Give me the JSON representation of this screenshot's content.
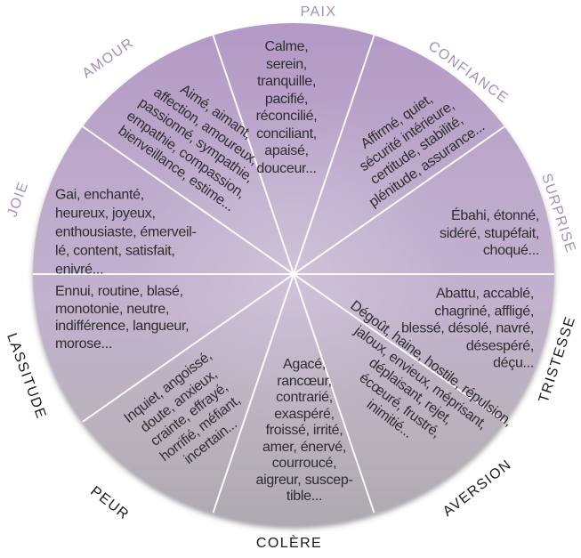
{
  "diagram": {
    "type": "emotion-wheel",
    "language": "fr",
    "colors": {
      "label_purple": "#a68fb8",
      "label_dark": "#1b1a1c",
      "wheel_top": "#b399c5",
      "wheel_middle": "#c2b2ce",
      "wheel_bottom": "#aeaab1",
      "divider": "#ffffff",
      "words_text": "#2e2c31",
      "background": "#ffffff"
    }
  },
  "wheel": {
    "segments": [
      {
        "id": "paix",
        "label": "PAIX",
        "words": "Calme,\nserein,\ntranquille,\npacifié,\nréconcilié,\nconciliant,\napaisé,\ndouceur..."
      },
      {
        "id": "confiance",
        "label": "CONFIANCE",
        "words": "Affirmé, quiet,\nsécurité intérieure,\ncertitude, stabilité,\nplénitude, assurance..."
      },
      {
        "id": "surprise",
        "label": "SURPRISE",
        "words": "Ébahi, étonné,\nsidéré, stupéfait,\nchoqué..."
      },
      {
        "id": "tristesse",
        "label": "TRISTESSE",
        "words": "Abattu, accablé,\nchagriné, affligé,\nblessé, désolé, navré,\ndésespéré,\ndéçu..."
      },
      {
        "id": "aversion",
        "label": "AVERSION",
        "words": "Dégoût, haine, hostile, répulsion,\njaloux, envieux, méprisant,\ndéplaisant, rejet,\nécœuré, frustré,\ninimitié..."
      },
      {
        "id": "colere",
        "label": "COLÈRE",
        "words": "Agacé,\nrancœur,\ncontrarié,\nexaspéré,\nfroissé, irrité,\namer, énervé,\ncourroucé,\naigreur, suscep-\ntible..."
      },
      {
        "id": "peur",
        "label": "PEUR",
        "words": "Inquiet, angoissé,\ndoute, anxieux,\ncrainte, effrayé,\nhorrifié, méfiant,\nincertain..."
      },
      {
        "id": "lassitude",
        "label": "LASSITUDE",
        "words": "Ennui, routine, blasé,\nmonotonie, neutre,\nindifférence, langueur,\nmorose..."
      },
      {
        "id": "joie",
        "label": "JOIE",
        "words": "Gai, enchanté,\nheureux, joyeux,\nenthousiaste, émerveil-\nlé, content, satisfait,\nenivré..."
      },
      {
        "id": "amour",
        "label": "AMOUR",
        "words": "Aimé, aimant,\naffection, amoureux,\npassionné, sympathie,\nempathie, compassion,\nbienveillance, estime..."
      }
    ]
  }
}
